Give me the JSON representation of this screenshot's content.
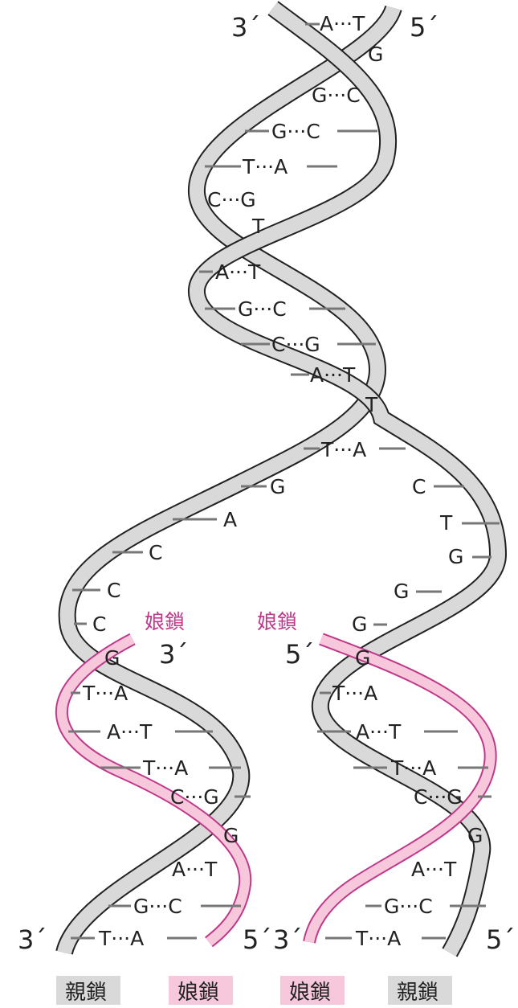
{
  "ends": {
    "top_left": "3´",
    "top_right": "5´",
    "mid_left_daughter": "3´",
    "mid_right_daughter": "5´",
    "bottom_1": "3´",
    "bottom_2": "5´",
    "bottom_3": "3´",
    "bottom_4": "5´"
  },
  "daughter_labels": {
    "left": "娘鎖",
    "right": "娘鎖"
  },
  "base_pairs": {
    "top": [
      {
        "text": "A···T"
      },
      {
        "text": "G"
      },
      {
        "text": "G···C"
      },
      {
        "text": "G···C"
      },
      {
        "text": "T···A"
      },
      {
        "text": "C···G"
      },
      {
        "text": "T"
      },
      {
        "text": "A···T"
      },
      {
        "text": "G···C"
      },
      {
        "text": "C···G"
      },
      {
        "text": "A···T"
      },
      {
        "text": "T"
      },
      {
        "text": "T···A"
      }
    ],
    "left_unpaired": [
      "G",
      "A",
      "C",
      "C",
      "C",
      "G"
    ],
    "right_unpaired": [
      "C",
      "T",
      "G",
      "G",
      "G",
      "G"
    ],
    "left_duplex": [
      "T···A",
      "A···T",
      "T···A",
      "C···G",
      "G",
      "A···T",
      "G···C",
      "T···A"
    ],
    "right_duplex": [
      "T···A",
      "A···T",
      "T···A",
      "C···G",
      "G",
      "A···T",
      "G···C",
      "T···A"
    ]
  },
  "legend": [
    {
      "label": "親鎖",
      "kind": "parent",
      "color": "#d9d9d9"
    },
    {
      "label": "娘鎖",
      "kind": "daughter",
      "color": "#f7c8dc"
    },
    {
      "label": "娘鎖",
      "kind": "daughter",
      "color": "#f7c8dc"
    },
    {
      "label": "親鎖",
      "kind": "parent",
      "color": "#d9d9d9"
    }
  ],
  "colors": {
    "parent_fill": "#d9d9d9",
    "daughter_fill": "#f7c8dc",
    "daughter_stroke": "#c0388a",
    "outline": "#222222"
  }
}
